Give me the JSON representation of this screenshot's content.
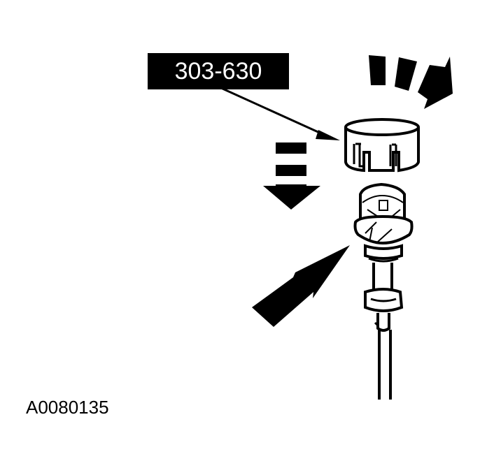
{
  "diagram": {
    "type": "service-procedure-illustration",
    "background_color": "#ffffff",
    "ink_color": "#000000",
    "tool_callout": {
      "label": "303-630",
      "label_bg_color": "#000000",
      "label_text_color": "#ffffff",
      "points_to": "tool-cap"
    },
    "figure_id": "A0080135",
    "components": [
      {
        "id": "tool-cap",
        "description": "slotted cylindrical cap tool"
      },
      {
        "id": "fitting",
        "description": "threaded fitting / sensor with shaft and tube"
      }
    ],
    "arrows": [
      {
        "id": "rotate-arrow",
        "style": "dashed-curved",
        "direction": "clockwise rotation (top right)"
      },
      {
        "id": "install-arrow",
        "style": "dashed",
        "direction": "down"
      },
      {
        "id": "indicator-arrow",
        "style": "solid",
        "direction": "up-right toward fitting"
      }
    ]
  }
}
